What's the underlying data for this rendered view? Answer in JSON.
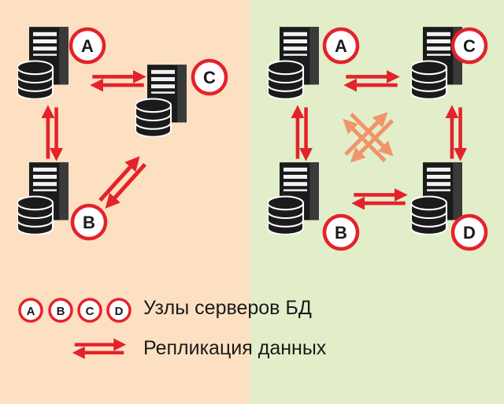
{
  "colors": {
    "left_bg": "#fde0c1",
    "right_bg": "#e2eec9",
    "arrow_red": "#e4222a",
    "arrow_faded": "#f0946a",
    "server_dark": "#1b1b1b",
    "badge_border": "#e4222a"
  },
  "diagram": {
    "left_nodes": [
      {
        "id": "A",
        "label": "A"
      },
      {
        "id": "B",
        "label": "B"
      },
      {
        "id": "C",
        "label": "C"
      }
    ],
    "right_nodes": [
      {
        "id": "A",
        "label": "A"
      },
      {
        "id": "B",
        "label": "B"
      },
      {
        "id": "C",
        "label": "C"
      },
      {
        "id": "D",
        "label": "D"
      }
    ],
    "left_edges": [
      [
        "A",
        "C"
      ],
      [
        "A",
        "B"
      ],
      [
        "B",
        "C"
      ]
    ],
    "right_edges": [
      [
        "A",
        "C"
      ],
      [
        "A",
        "B"
      ],
      [
        "C",
        "D"
      ],
      [
        "B",
        "D"
      ],
      [
        "A",
        "D"
      ],
      [
        "B",
        "C"
      ]
    ]
  },
  "legend": {
    "badges": [
      "A",
      "B",
      "C",
      "D"
    ],
    "nodes_text": "Узлы серверов БД",
    "replication_text": "Репликация данных"
  }
}
